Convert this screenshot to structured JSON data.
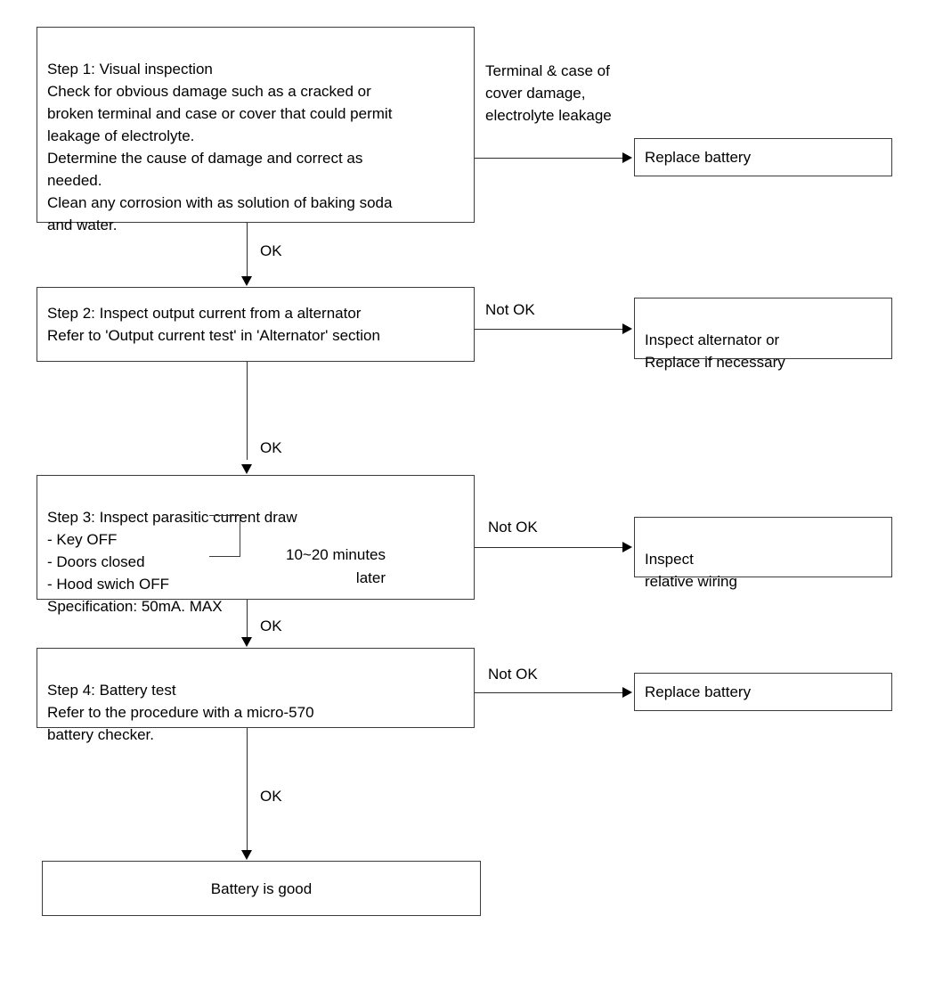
{
  "diagram": {
    "title": "Battery diagnostic flowchart",
    "line_color": "#2b2b2b",
    "box_border_color": "#3c3c3c",
    "background": "#ffffff"
  },
  "steps": [
    {
      "id": "step-1",
      "text": "Step 1: Visual inspection\nCheck for obvious damage such as a cracked or\nbroken terminal and case or cover that could permit\nleakage of electrolyte.\nDetermine the cause of damage and correct as\nneeded.\nClean any corrosion with as solution of baking soda\nand water."
    },
    {
      "id": "step-2",
      "text": "Step 2: Inspect output current from a alternator\nRefer to 'Output current test' in 'Alternator' section"
    },
    {
      "id": "step-3",
      "text": "Step 3: Inspect parasitic current draw\n - Key OFF\n - Doors closed\n - Hood swich OFF\n   Specification: 50mA. MAX"
    },
    {
      "id": "step-4",
      "text": "Step 4: Battery test\nRefer to the procedure with a micro-570\nbattery checker."
    }
  ],
  "outcomes": [
    {
      "id": "outcome-1",
      "text": "Replace battery"
    },
    {
      "id": "outcome-2",
      "text": "Inspect alternator or\nReplace if necessary"
    },
    {
      "id": "outcome-3",
      "text": "Inspect\nrelative wiring"
    },
    {
      "id": "outcome-4",
      "text": "Replace battery"
    }
  ],
  "final": {
    "id": "battery-good",
    "text": "Battery is good"
  },
  "notes": {
    "failure_condition_1": "Terminal  &  case of\ncover damage,\nelectrolyte leakage",
    "timing": "10~20 minutes\nlater"
  },
  "edge_labels": {
    "ok_1": "OK",
    "ok_2": "OK",
    "ok_3": "OK",
    "ok_4": "OK",
    "not_ok_2": "Not OK",
    "not_ok_3": "Not OK",
    "not_ok_4": "Not OK"
  }
}
